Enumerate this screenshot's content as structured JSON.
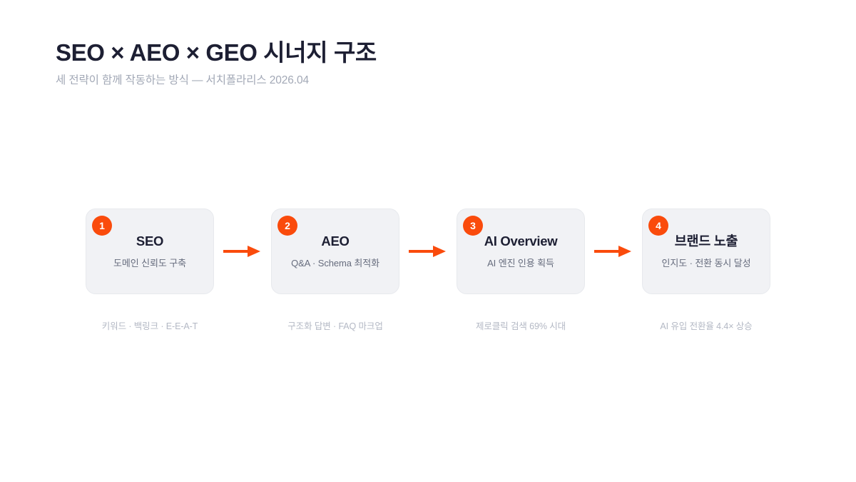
{
  "header": {
    "title": "SEO × AEO × GEO 시너지 구조",
    "subtitle": "세 전략이 함께 작동하는 방식 — 서치폴라리스 2026.04"
  },
  "theme": {
    "background": "#ffffff",
    "accent": "#fa4b0c",
    "card_background": "#f1f2f5",
    "card_border": "#e7e9ed",
    "title_color": "#1d1f33",
    "subtitle_color": "#666c7d",
    "caption_color": "#b3b8c4",
    "header_subtitle_color": "#a2a8b6"
  },
  "flow": {
    "connector_icon": "arrow-right-icon",
    "steps": [
      {
        "badge": "1",
        "title": "SEO",
        "subtitle": "도메인 신뢰도 구축",
        "caption": "키워드 · 백링크 · E-E-A-T"
      },
      {
        "badge": "2",
        "title": "AEO",
        "subtitle": "Q&A · Schema 최적화",
        "caption": "구조화 답변 · FAQ 마크업"
      },
      {
        "badge": "3",
        "title": "AI Overview",
        "subtitle": "AI 엔진 인용 획득",
        "caption": "제로클릭 검색 69% 시대"
      },
      {
        "badge": "4",
        "title": "브랜드 노출",
        "subtitle": "인지도 · 전환 동시 달성",
        "caption": "AI 유입 전환율 4.4× 상승"
      }
    ]
  }
}
